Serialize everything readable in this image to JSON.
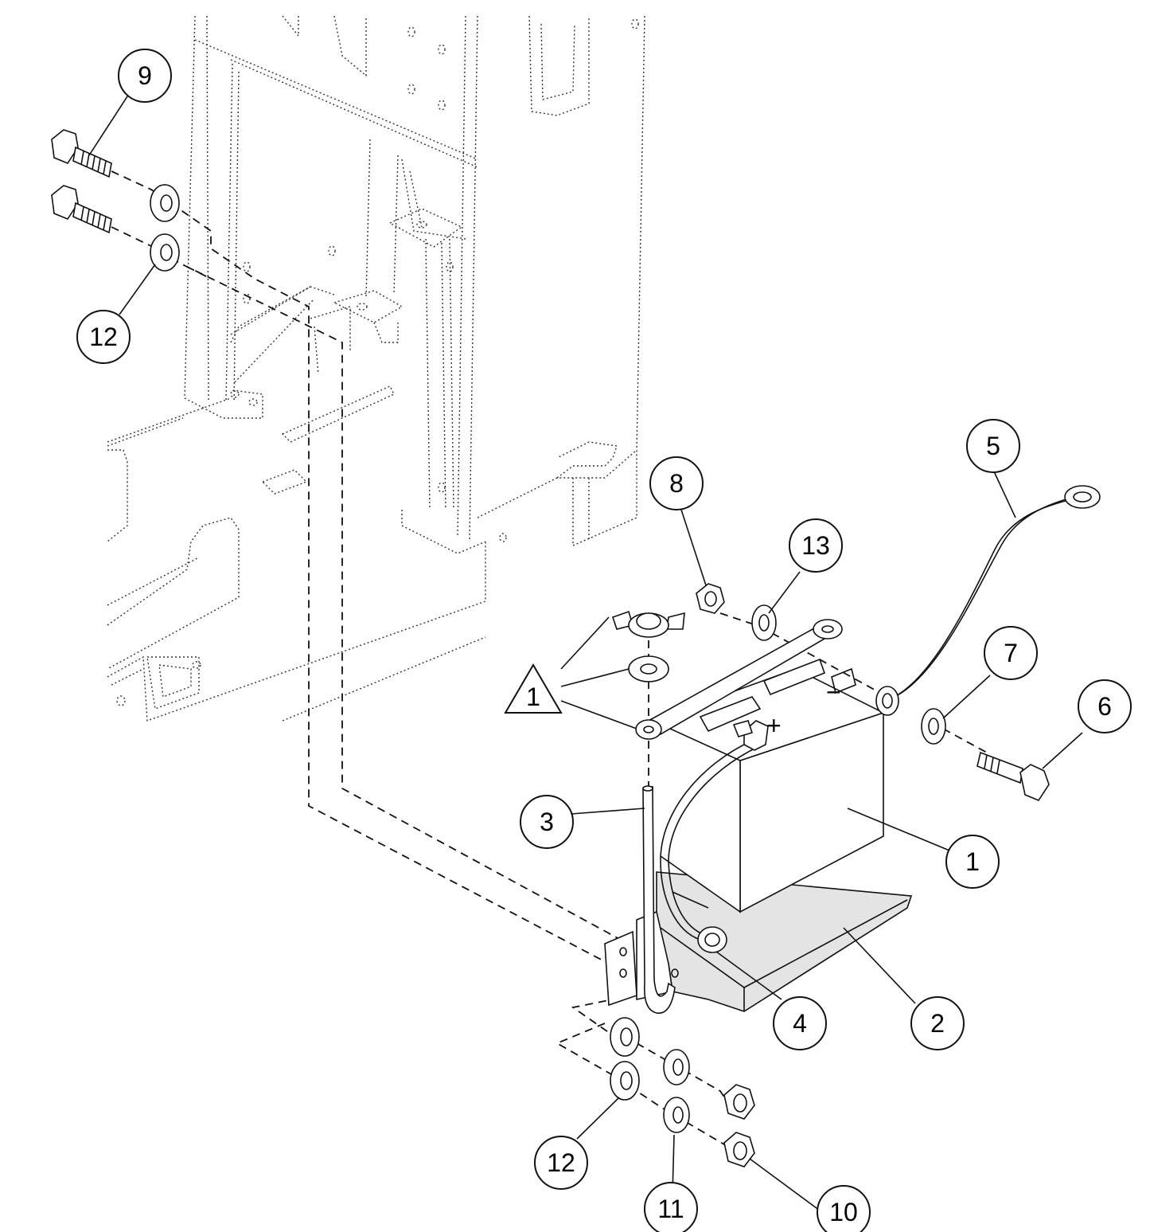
{
  "callouts": {
    "c1": "1",
    "c2": "2",
    "c3": "3",
    "c4": "4",
    "c5": "5",
    "c6": "6",
    "c7": "7",
    "c8": "8",
    "c9": "9",
    "c10": "10",
    "c11": "11",
    "c12_top": "12",
    "c12_bottom": "12",
    "c13": "13"
  },
  "note_triangle": "1",
  "terminal_marks": {
    "plus": "+",
    "minus": "−"
  }
}
